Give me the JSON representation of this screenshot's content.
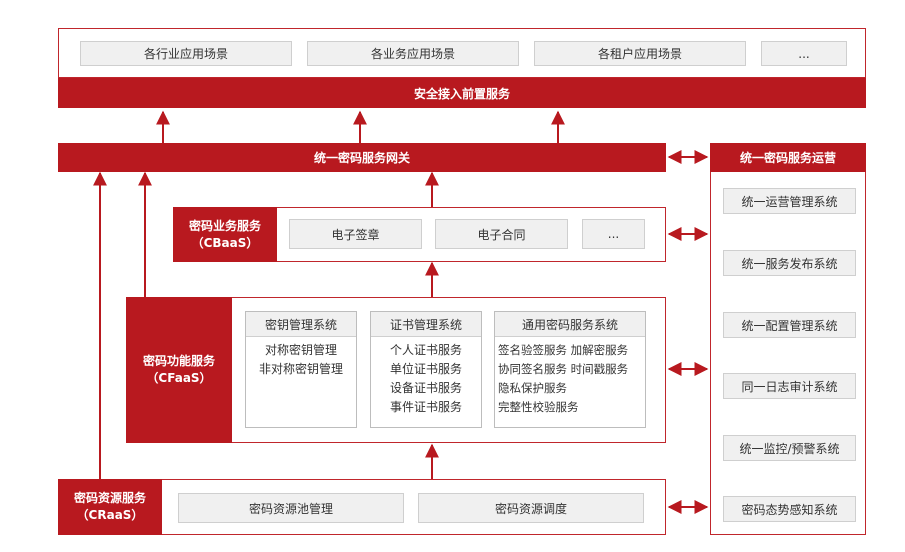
{
  "top_scenarios": [
    "各行业应用场景",
    "各业务应用场景",
    "各租户应用场景",
    "..."
  ],
  "access_bar": "安全接入前置服务",
  "gateway_bar": "统一密码服务网关",
  "cbaas": {
    "title": "密码业务服务",
    "sub": "（CBaaS）",
    "items": [
      "电子签章",
      "电子合同",
      "..."
    ]
  },
  "cfaas": {
    "title": "密码功能服务",
    "sub": "（CFaaS）",
    "key_mgmt": {
      "title": "密钥管理系统",
      "items": [
        "对称密钥管理",
        "非对称密钥管理"
      ]
    },
    "cert_mgmt": {
      "title": "证书管理系统",
      "items": [
        "个人证书服务",
        "单位证书服务",
        "设备证书服务",
        "事件证书服务"
      ]
    },
    "general": {
      "title": "通用密码服务系统",
      "items": [
        "签名验签服务 加解密服务",
        "协同签名服务 时间戳服务",
        "隐私保护服务",
        "完整性校验服务"
      ]
    }
  },
  "craas": {
    "title": "密码资源服务",
    "sub": "（CRaaS）",
    "items": [
      "密码资源池管理",
      "密码资源调度"
    ]
  },
  "ops": {
    "title": "统一密码服务运营",
    "items": [
      "统一运营管理系统",
      "统一服务发布系统",
      "统一配置管理系统",
      "同一日志审计系统",
      "统一监控/预警系统",
      "密码态势感知系统"
    ]
  },
  "colors": {
    "brand_red": "#b8191f",
    "gray_box": "#f0f0f0"
  }
}
